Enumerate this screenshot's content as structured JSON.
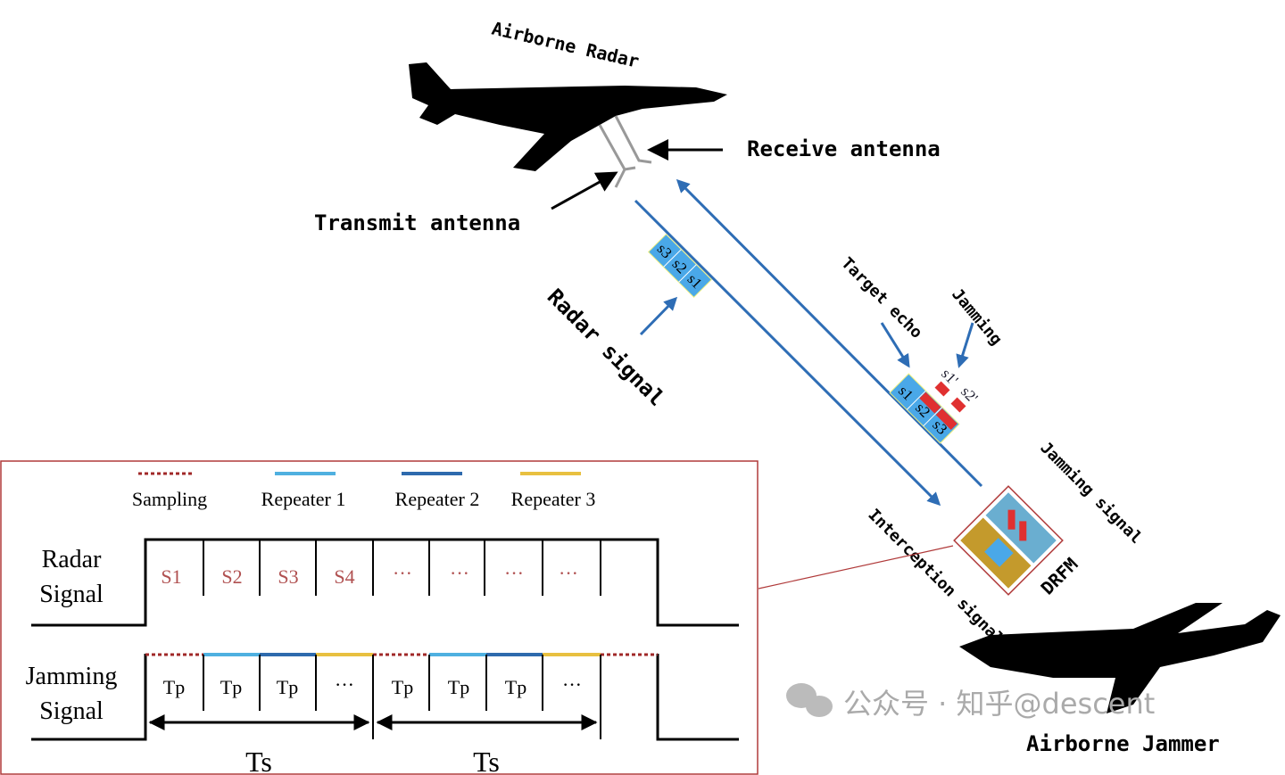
{
  "scene": {
    "radar_plane_label": "Airborne Radar",
    "jammer_plane_label": "Airborne Jammer",
    "receive_antenna": "Receive  antenna",
    "transmit_antenna": "Transmit  antenna",
    "radar_signal": "Radar  signal",
    "target_echo": "Target  echo",
    "jamming": "Jamming",
    "jamming_signal_1": "Jamming",
    "jamming_signal_2": "signal",
    "interception_1": "Interception",
    "interception_2": "signal",
    "drfm": "DRFM",
    "tx_segments": [
      "s3",
      "s2",
      "s1"
    ],
    "echo_segments": [
      "s1",
      "s2",
      "s3"
    ],
    "jam_segments": [
      "s1'",
      "s2'"
    ],
    "colors": {
      "beam": "#2e6db5",
      "segment": "#4aa8e8",
      "jam": "#e03030",
      "box": "#b03a3a",
      "drfm_gold": "#c49a2c",
      "drfm_blue": "#6aaed0"
    }
  },
  "timing": {
    "legend": [
      {
        "label": "Sampling",
        "color": "#a02828",
        "style": "dotted"
      },
      {
        "label": "Repeater 1",
        "color": "#4fb0e0",
        "style": "solid"
      },
      {
        "label": "Repeater 2",
        "color": "#2e6aad",
        "style": "solid"
      },
      {
        "label": "Repeater 3",
        "color": "#e8c040",
        "style": "solid"
      }
    ],
    "radar_label_1": "Radar",
    "radar_label_2": "Signal",
    "jamming_label_1": "Jamming",
    "jamming_label_2": "Signal",
    "radar_slots": [
      "S1",
      "S2",
      "S3",
      "S4",
      "···",
      "···",
      "···",
      "···"
    ],
    "jamming_slots": [
      "Tp",
      "Tp",
      "Tp",
      "···",
      "Tp",
      "Tp",
      "Tp",
      "···"
    ],
    "period_label": "Ts",
    "period_label_2": "Ts"
  },
  "watermark": "公众号 · 知乎@descent"
}
